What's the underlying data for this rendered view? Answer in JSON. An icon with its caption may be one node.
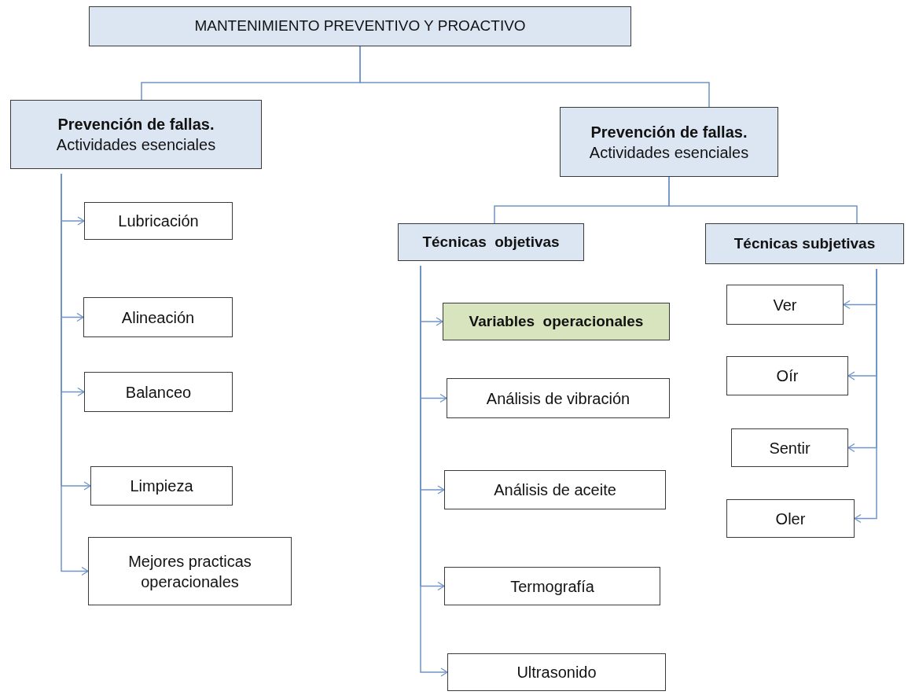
{
  "diagram": {
    "nodes": [
      {
        "text": [
          "MANTENIMIENTO PREVENTIVO Y PROACTIVO"
        ]
      },
      {
        "text": [
          "Prevención de fallas.",
          "Actividades esenciales"
        ]
      },
      {
        "text": [
          "Prevención de fallas.",
          "Actividades esenciales"
        ]
      },
      {
        "text": [
          "Lubricación"
        ]
      },
      {
        "text": [
          "Alineación"
        ]
      },
      {
        "text": [
          "Balanceo"
        ]
      },
      {
        "text": [
          "Limpieza"
        ]
      },
      {
        "text": [
          "Mejores practicas operacionales"
        ]
      },
      {
        "text": [
          "Técnicas  objetivas"
        ]
      },
      {
        "text": [
          "Técnicas subjetivas"
        ]
      },
      {
        "text": [
          "Variables  operacionales"
        ]
      },
      {
        "text": [
          "Análisis de vibración"
        ]
      },
      {
        "text": [
          "Análisis de aceite"
        ]
      },
      {
        "text": [
          "Termografía"
        ]
      },
      {
        "text": [
          "Ultrasonido"
        ]
      },
      {
        "text": [
          "Ver"
        ]
      },
      {
        "text": [
          "Oír"
        ]
      },
      {
        "text": [
          "Sentir"
        ]
      },
      {
        "text": [
          "Oler"
        ]
      }
    ],
    "edges": [
      {
        "from": 0,
        "to": 1,
        "arrow": "none"
      },
      {
        "from": 0,
        "to": 2,
        "arrow": "none"
      },
      {
        "from": 1,
        "to": 3,
        "arrow": "to"
      },
      {
        "from": 1,
        "to": 4,
        "arrow": "to"
      },
      {
        "from": 1,
        "to": 5,
        "arrow": "to"
      },
      {
        "from": 1,
        "to": 6,
        "arrow": "to"
      },
      {
        "from": 1,
        "to": 7,
        "arrow": "to"
      },
      {
        "from": 2,
        "to": 8,
        "arrow": "none"
      },
      {
        "from": 2,
        "to": 9,
        "arrow": "none"
      },
      {
        "from": 8,
        "to": 10,
        "arrow": "to"
      },
      {
        "from": 8,
        "to": 11,
        "arrow": "to"
      },
      {
        "from": 8,
        "to": 12,
        "arrow": "to"
      },
      {
        "from": 8,
        "to": 13,
        "arrow": "to"
      },
      {
        "from": 8,
        "to": 14,
        "arrow": "to"
      },
      {
        "from": 9,
        "to": 15,
        "arrow": "to"
      },
      {
        "from": 9,
        "to": 16,
        "arrow": "to"
      },
      {
        "from": 9,
        "to": 17,
        "arrow": "to"
      },
      {
        "from": 9,
        "to": 18,
        "arrow": "to"
      }
    ]
  }
}
